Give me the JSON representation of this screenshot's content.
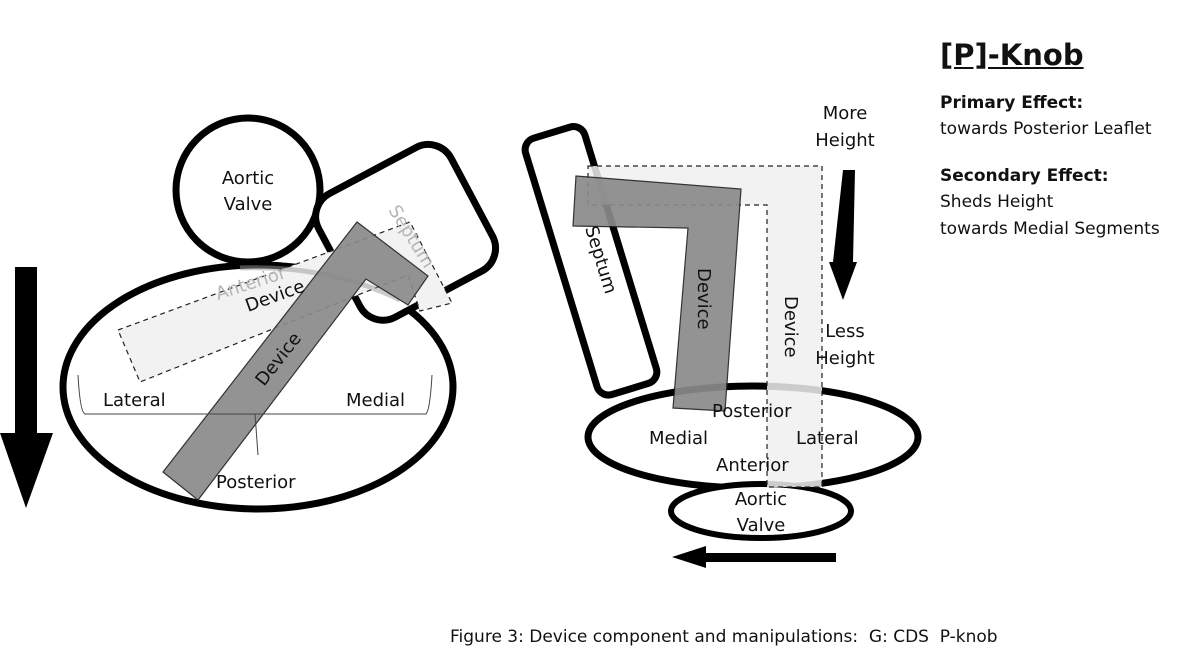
{
  "panel": {
    "title": "[P]-Knob",
    "primary_heading": "Primary Effect:",
    "primary_text": "towards Posterior Leaflet",
    "secondary_heading": "Secondary Effect:",
    "secondary_lines": [
      "Sheds Height",
      "towards Medial Segments"
    ]
  },
  "left_diagram": {
    "aortic_valve": [
      "Aortic",
      "Valve"
    ],
    "septum": "Septum",
    "anterior": "Anterior",
    "device_ghost": "Device",
    "device": "Device",
    "lateral": "Lateral",
    "medial": "Medial",
    "posterior": "Posterior",
    "arrow_direction": "down"
  },
  "right_diagram": {
    "more_height": [
      "More",
      "Height"
    ],
    "less_height": [
      "Less",
      "Height"
    ],
    "septum": "Septum",
    "device": "Device",
    "device_ghost": "Device",
    "posterior": "Posterior",
    "medial": "Medial",
    "lateral": "Lateral",
    "anterior": "Anterior",
    "aortic_valve": [
      "Aortic",
      "Valve"
    ],
    "arrow_direction": "left"
  },
  "caption": "Figure 3: Device component and manipulations:  G: CDS  P-knob"
}
